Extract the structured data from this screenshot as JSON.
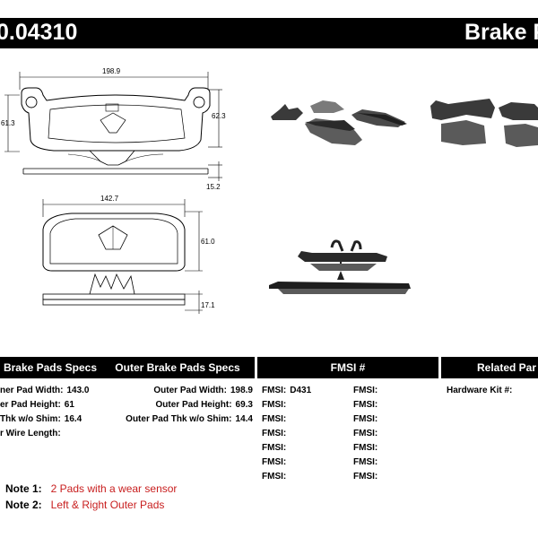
{
  "title": {
    "part_number": "0.04310",
    "product": "Brake F"
  },
  "dimensions": {
    "outer_width": "198.9",
    "outer_left_height": "61.3",
    "outer_right_height": "62.3",
    "outer_thickness": "15.2",
    "inner_width": "142.7",
    "inner_height": "61.0",
    "inner_thickness": "17.1"
  },
  "specs": {
    "inner_header": "Brake Pads Specs",
    "outer_header": "Outer Brake Pads Specs",
    "fmsi_header": "FMSI #",
    "related_header": "Related Par",
    "inner_rows": [
      {
        "label": "ner Pad Width:",
        "value": "143.0"
      },
      {
        "label": "er Pad Height:",
        "value": "61"
      },
      {
        "label": "Thk w/o Shim:",
        "value": "16.4"
      },
      {
        "label": "r Wire Length:",
        "value": ""
      }
    ],
    "outer_rows": [
      {
        "label": "Outer Pad Width:",
        "value": "198.9"
      },
      {
        "label": "Outer Pad Height:",
        "value": "69.3"
      },
      {
        "label": "Outer Pad Thk w/o Shim:",
        "value": "14.4"
      }
    ],
    "fmsi_left": [
      {
        "label": "FMSI:",
        "value": "D431"
      },
      {
        "label": "FMSI:",
        "value": ""
      },
      {
        "label": "FMSI:",
        "value": ""
      },
      {
        "label": "FMSI:",
        "value": ""
      },
      {
        "label": "FMSI:",
        "value": ""
      },
      {
        "label": "FMSI:",
        "value": ""
      },
      {
        "label": "FMSI:",
        "value": ""
      }
    ],
    "fmsi_right": [
      {
        "label": "FMSI:",
        "value": ""
      },
      {
        "label": "FMSI:",
        "value": ""
      },
      {
        "label": "FMSI:",
        "value": ""
      },
      {
        "label": "FMSI:",
        "value": ""
      },
      {
        "label": "FMSI:",
        "value": ""
      },
      {
        "label": "FMSI:",
        "value": ""
      },
      {
        "label": "FMSI:",
        "value": ""
      }
    ],
    "related": [
      {
        "label": "Hardware Kit #:",
        "value": ""
      }
    ]
  },
  "notes": [
    {
      "label": "Note 1:",
      "text": "2 Pads with a wear sensor"
    },
    {
      "label": "Note 2:",
      "text": "Left & Right Outer Pads"
    }
  ],
  "colors": {
    "header_bg": "#000000",
    "note_text": "#c81e1e",
    "pad_friction": "#5a5a5a",
    "pad_plate": "#2b2b2b"
  }
}
